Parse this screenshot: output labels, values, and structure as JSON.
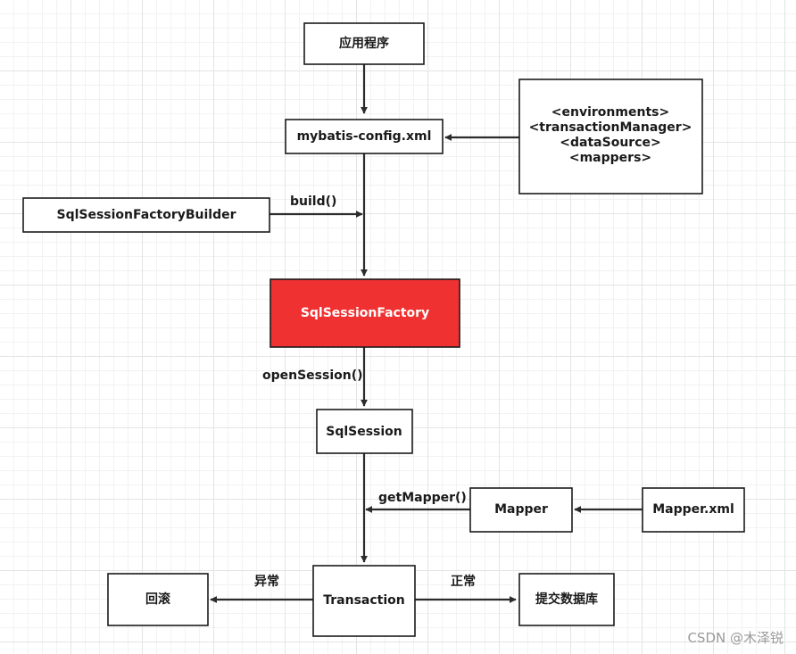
{
  "nodes": {
    "app": "应用程序",
    "config": "mybatis-config.xml",
    "config_contents": [
      "<environments>",
      "<transactionManager>",
      "<dataSource>",
      "<mappers>"
    ],
    "builder": "SqlSessionFactoryBuilder",
    "factory": "SqlSessionFactory",
    "session": "SqlSession",
    "mapper": "Mapper",
    "mapper_xml": "Mapper.xml",
    "transaction": "Transaction",
    "rollback": "回滚",
    "commit": "提交数据库"
  },
  "edges": {
    "build": "build()",
    "open_session": "openSession()",
    "get_mapper": "getMapper()",
    "exception": "异常",
    "normal": "正常"
  },
  "colors": {
    "highlight": "#f03131",
    "stroke": "#1a1a1a"
  },
  "watermark": "CSDN @木泽锐"
}
